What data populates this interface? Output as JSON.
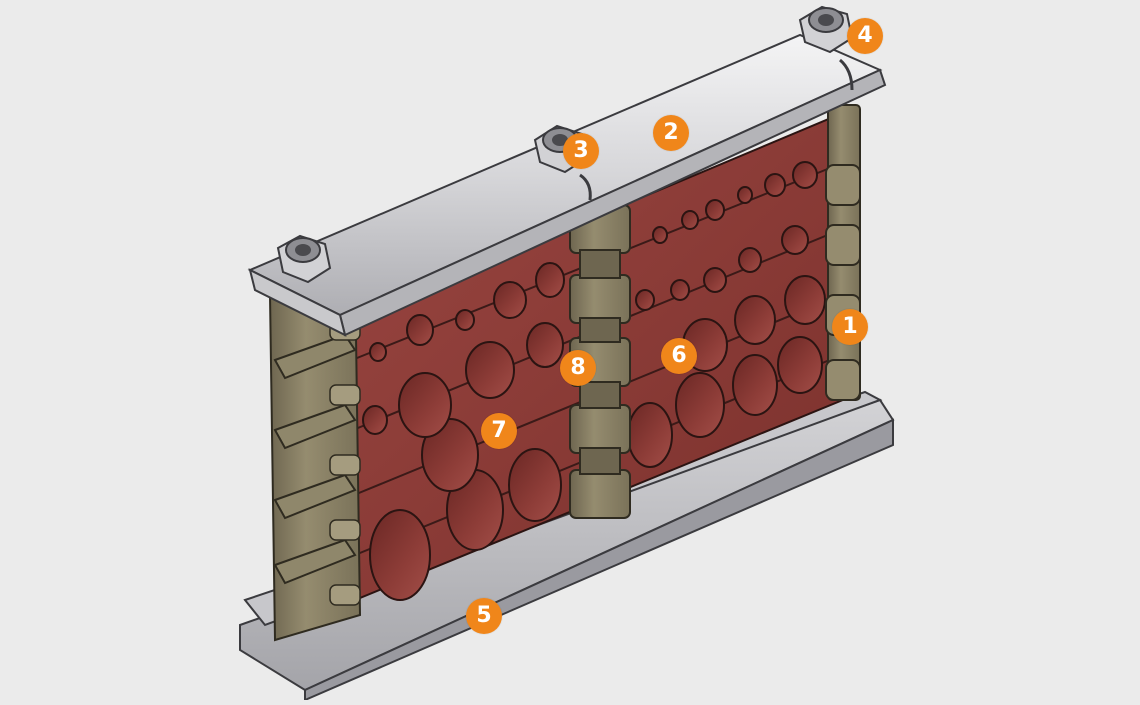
{
  "diagram": {
    "callouts": [
      {
        "id": "c1",
        "label": "1"
      },
      {
        "id": "c2",
        "label": "2"
      },
      {
        "id": "c3",
        "label": "3"
      },
      {
        "id": "c4",
        "label": "4"
      },
      {
        "id": "c5",
        "label": "5"
      },
      {
        "id": "c6",
        "label": "6"
      },
      {
        "id": "c7",
        "label": "7"
      },
      {
        "id": "c8",
        "label": "8"
      }
    ]
  },
  "colors": {
    "background": "#ebebeb",
    "frame": "#b9b9bd",
    "frame_light": "#dedee0",
    "module_red": "#8c3a36",
    "module_red_dark": "#6d2a27",
    "spacer_olive": "#8d8468",
    "spacer_olive_dark": "#6b644d",
    "callout_orange": "#f0861a"
  }
}
